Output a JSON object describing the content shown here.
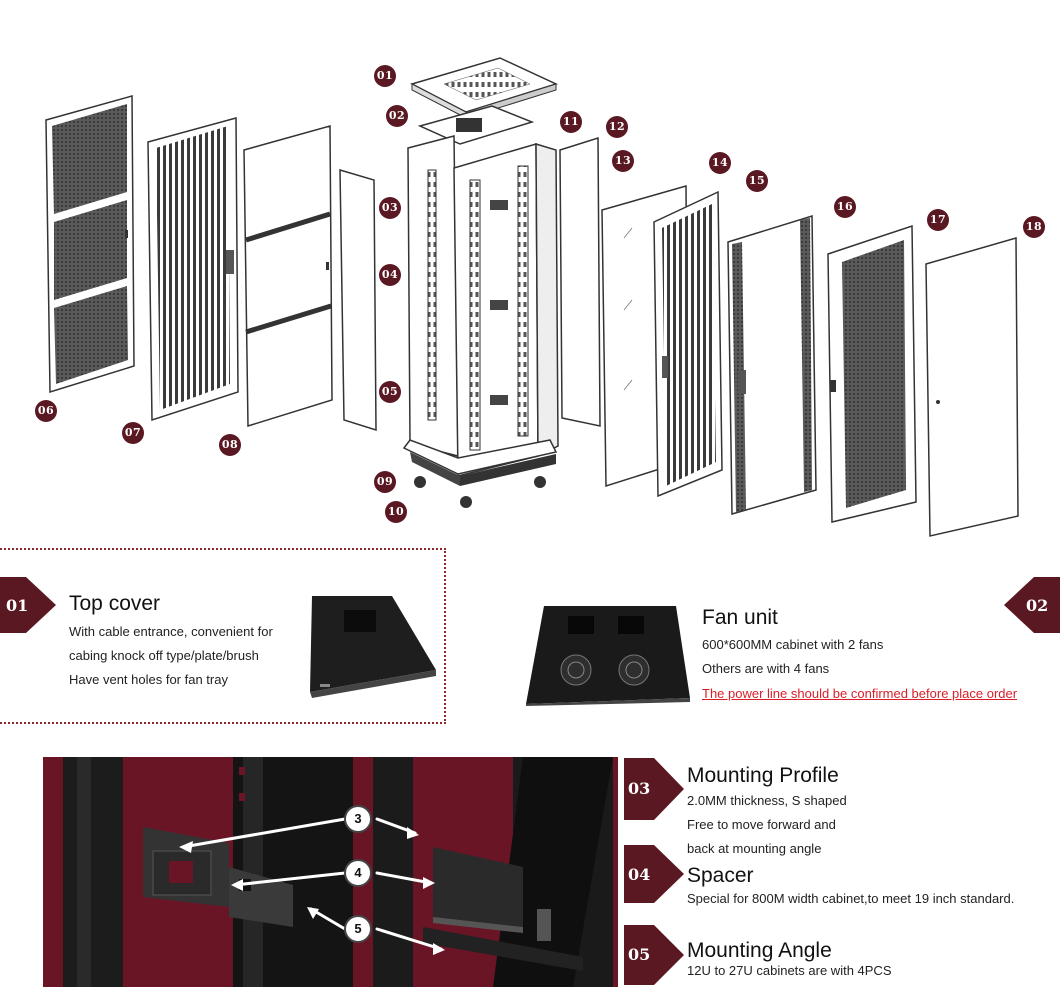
{
  "exploded_view": {
    "part_labels": [
      "01",
      "02",
      "03",
      "04",
      "05",
      "06",
      "07",
      "08",
      "09",
      "10",
      "11",
      "12",
      "13",
      "14",
      "15",
      "16",
      "17",
      "18"
    ]
  },
  "sections": {
    "top_cover": {
      "marker": "01",
      "title": "Top cover",
      "lines": [
        "With cable entrance,  convenient for",
        "cabing knock off type/plate/brush",
        "Have vent holes for fan tray"
      ]
    },
    "fan_unit": {
      "marker": "02",
      "title": "Fan unit",
      "lines": [
        "600*600MM cabinet with 2 fans",
        "Others are with 4 fans"
      ],
      "warning": "The power line should be confirmed before place order"
    },
    "mounting_profile": {
      "marker": "03",
      "title": "Mounting Profile",
      "lines": [
        "2.0MM thickness,  S shaped",
        "Free to move forward and",
        "back at mounting angle"
      ]
    },
    "spacer": {
      "marker": "04",
      "title": "Spacer",
      "lines": [
        "Special for 800M width cabinet,to meet 19 inch standard."
      ]
    },
    "mounting_angle": {
      "marker": "05",
      "title": "Mounting Angle",
      "lines": [
        "12U to 27U cabinets are with 4PCS"
      ]
    },
    "photo_callouts": [
      "3",
      "4",
      "5"
    ]
  },
  "colors": {
    "accent": "#5a1822",
    "warning": "#d8202a",
    "photo_bg": "#6a1526"
  }
}
